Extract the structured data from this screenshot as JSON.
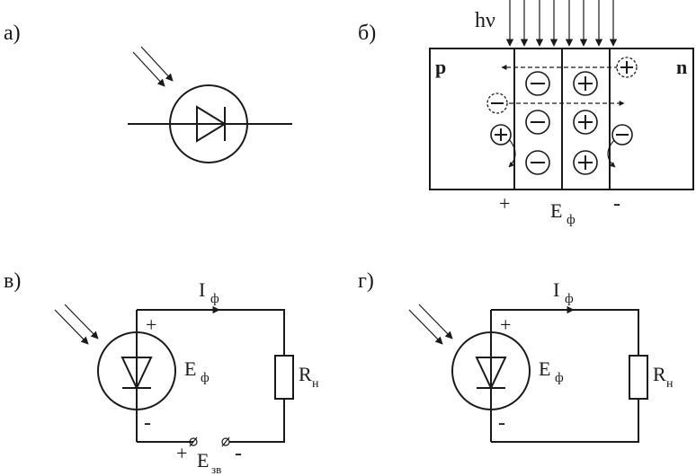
{
  "panels": {
    "a": {
      "label": "а)"
    },
    "b": {
      "label": "б)",
      "light_label": "hν",
      "p_label": "p",
      "n_label": "n",
      "plus_terminal": "+",
      "minus_terminal": "-",
      "emf_main": "E",
      "emf_sub": "ф"
    },
    "c": {
      "label": "в)",
      "current_main": "I",
      "current_sub": "ф",
      "emf_main": "E",
      "emf_sub": "ф",
      "plus": "+",
      "minus": "-",
      "load_main": "R",
      "load_sub": "н",
      "src_plus": "+",
      "src_minus": "-",
      "src_main": "E",
      "src_sub": "зв"
    },
    "d": {
      "label": "г)",
      "current_main": "I",
      "current_sub": "ф",
      "emf_main": "E",
      "emf_sub": "ф",
      "plus": "+",
      "minus": "-",
      "load_main": "R",
      "load_sub": "н"
    }
  },
  "colors": {
    "ink": "#1a1a1a",
    "background": "#ffffff"
  }
}
